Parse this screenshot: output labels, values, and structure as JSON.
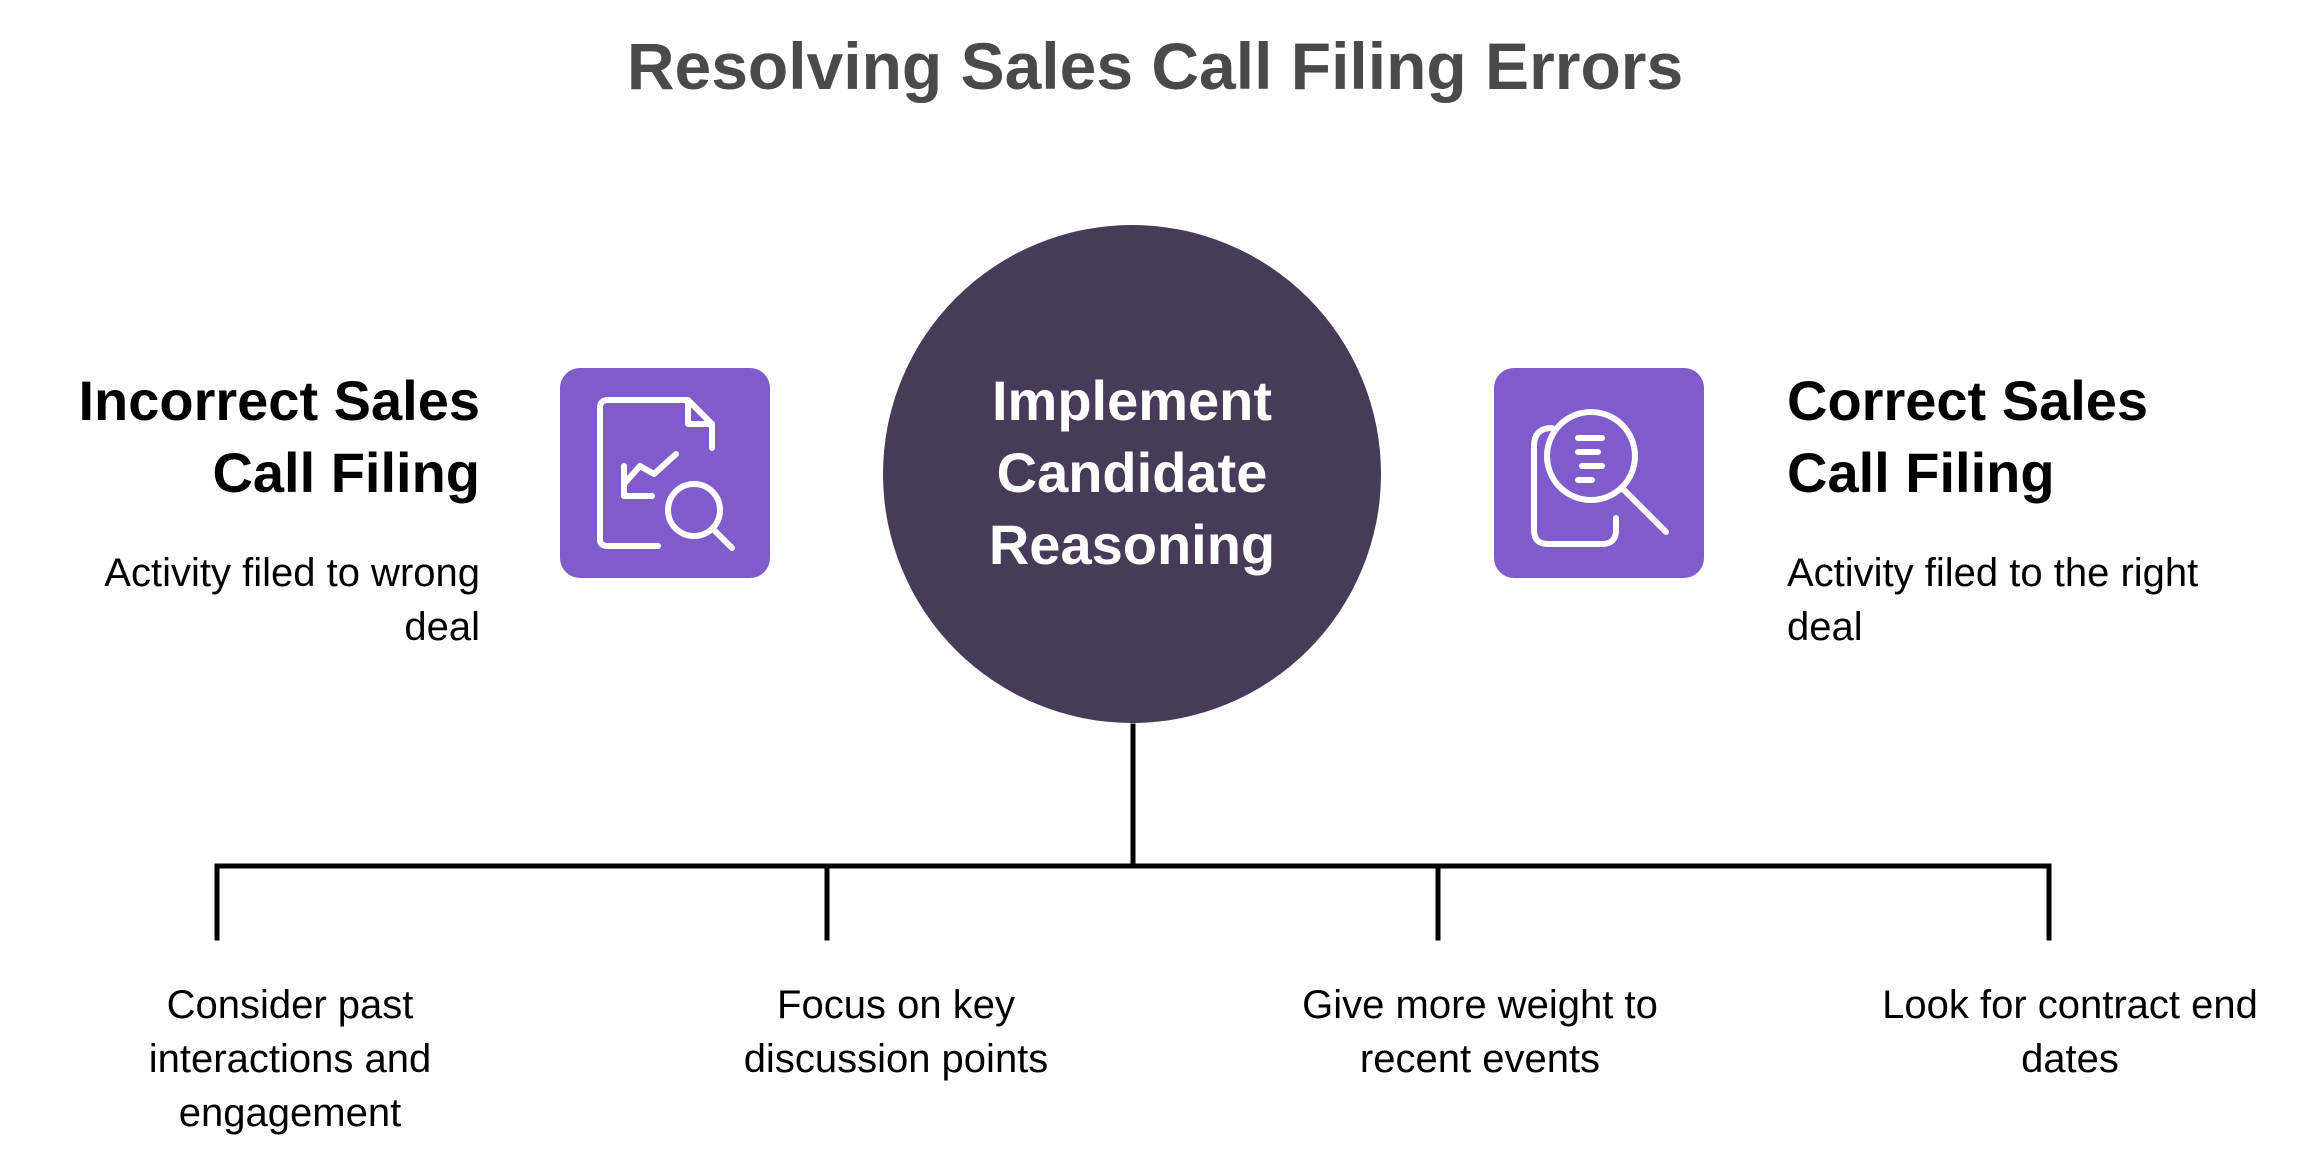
{
  "title": "Resolving Sales Call Filing Errors",
  "colors": {
    "hub": "#463c5a",
    "icon_tile": "#7f5bcc",
    "title_text": "#4a4a4a",
    "connector": "#000000"
  },
  "left": {
    "title_line1": "Incorrect Sales",
    "title_line2": "Call Filing",
    "desc_line1": "Activity filed to wrong",
    "desc_line2": "deal",
    "icon": "document-chart-search-icon"
  },
  "center": {
    "line1": "Implement",
    "line2": "Candidate",
    "line3": "Reasoning"
  },
  "right": {
    "title_line1": "Correct Sales",
    "title_line2": "Call Filing",
    "desc_line1": "Activity filed to the right",
    "desc_line2": "deal",
    "icon": "document-magnify-icon"
  },
  "branches": [
    {
      "lines": [
        "Consider past",
        "interactions and",
        "engagement"
      ]
    },
    {
      "lines": [
        "Focus on key",
        "discussion points"
      ]
    },
    {
      "lines": [
        "Give more weight to",
        "recent events"
      ]
    },
    {
      "lines": [
        "Look for contract end",
        "dates"
      ]
    }
  ]
}
